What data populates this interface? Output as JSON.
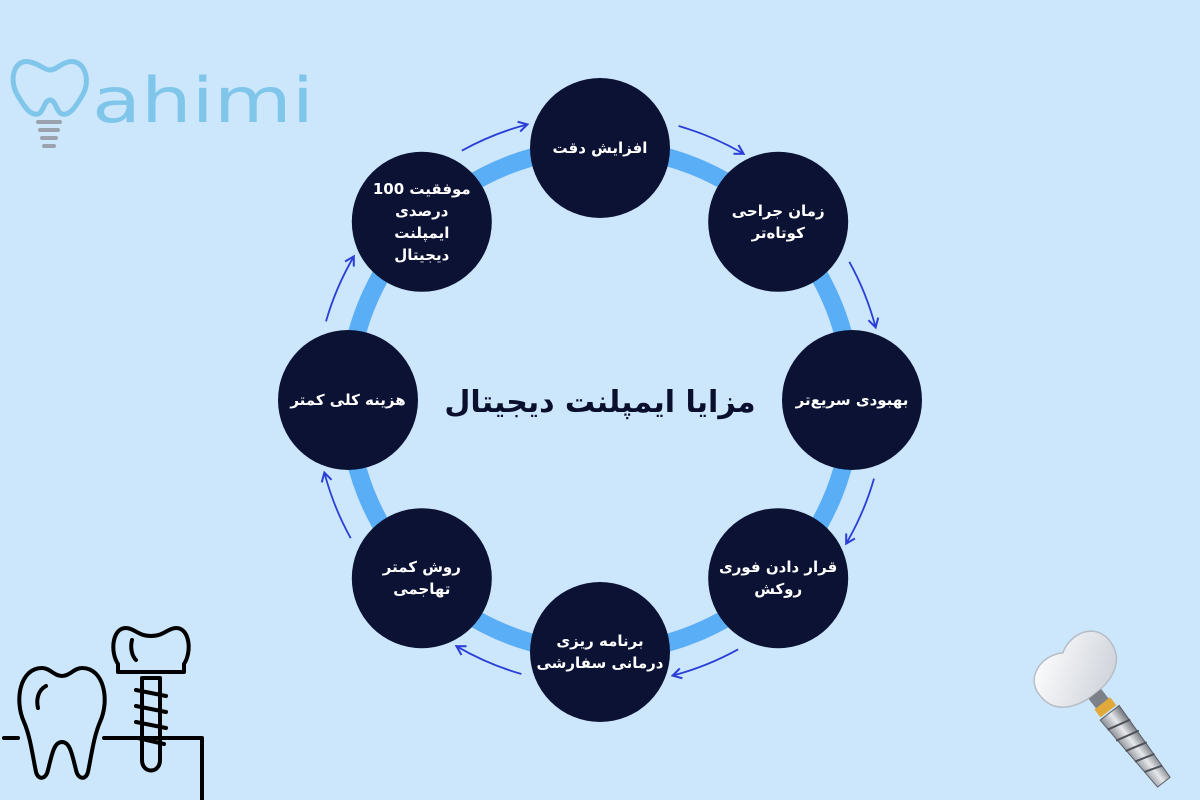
{
  "logo": {
    "text": "ahimi"
  },
  "center_title": "مزایا ایمپلنت دیجیتال",
  "colors": {
    "background": "#cce6fb",
    "ring": "#5aaef5",
    "node": "#0b1233",
    "arrow": "#2b3fd6",
    "title": "#0a0f2e"
  },
  "nodes": [
    {
      "lines": [
        "افزایش دقت"
      ]
    },
    {
      "lines": [
        "زمان جراحی",
        "کوتاه‌تر"
      ]
    },
    {
      "lines": [
        "بهبودی سریع‌تر"
      ]
    },
    {
      "lines": [
        "قرار دادن فوری",
        "روکش"
      ]
    },
    {
      "lines": [
        "برنامه ریزی",
        "درمانی سفارشی"
      ]
    },
    {
      "lines": [
        "روش کمتر",
        "تهاجمی"
      ]
    },
    {
      "lines": [
        "هزینه کلی کمتر"
      ]
    },
    {
      "lines": [
        "موفقیت 100",
        "درصدی",
        "ایمپلنت",
        "دیجیتال"
      ]
    }
  ]
}
